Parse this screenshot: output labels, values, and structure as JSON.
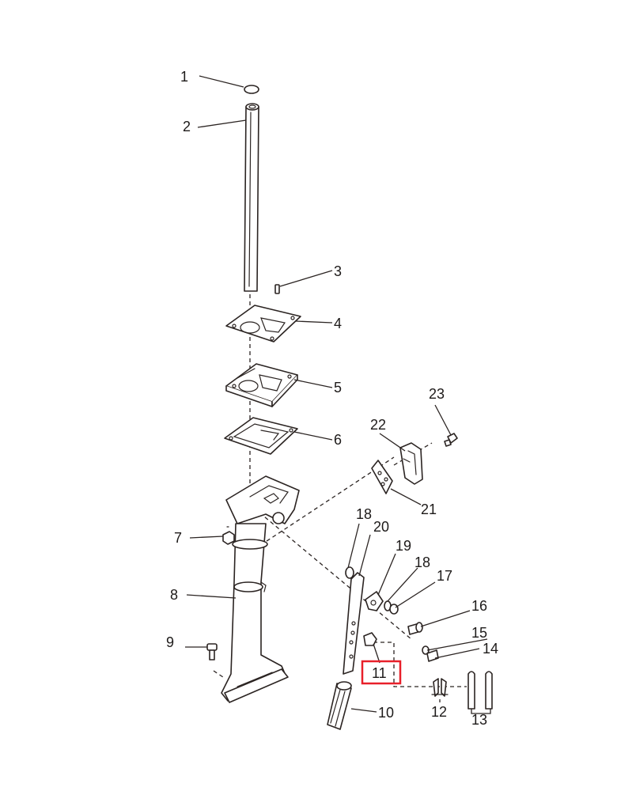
{
  "callouts": [
    "1",
    "2",
    "3",
    "4",
    "5",
    "6",
    "7",
    "8",
    "9",
    "10",
    "11",
    "12",
    "13",
    "14",
    "15",
    "16",
    "17",
    "18",
    "18",
    "19",
    "20",
    "21",
    "22",
    "23"
  ],
  "highlight_color": "#e8202a",
  "line_color": "#2b2422"
}
